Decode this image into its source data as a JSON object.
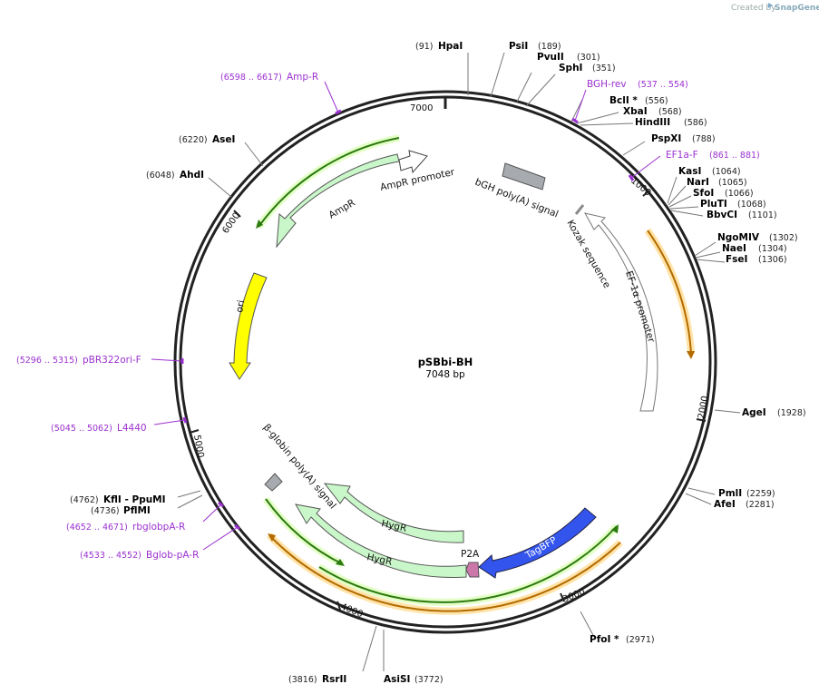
{
  "credit": {
    "prefix": "Created by",
    "brand": "SnapGene"
  },
  "plasmid": {
    "name": "pSBbi-BH",
    "size": "7048 bp"
  },
  "ruler": {
    "1000": "1000",
    "2000": "2000",
    "3000": "3000",
    "4000": "4000",
    "5000": "5000",
    "6000": "6000",
    "7000": "7000"
  },
  "features": {
    "ampr": "AmpR",
    "ampr_promoter": "AmpR promoter",
    "bgh": "bGH poly(A) signal",
    "kozak": "Kozak sequence",
    "ef1a": "EF-1α promoter",
    "ori": "ori",
    "betaglobin": "β-globin poly(A) signal",
    "hygr": "HygR",
    "p2a": "P2A",
    "tagbfp": "TagBFP"
  },
  "sites": {
    "hpai": {
      "name": "HpaI",
      "pos": "(91)"
    },
    "psii": {
      "name": "PsiI",
      "pos": "(189)"
    },
    "pvuii": {
      "name": "PvuII",
      "pos": "(301)"
    },
    "sphi": {
      "name": "SphI",
      "pos": "(351)"
    },
    "bcli": {
      "name": "BclI *",
      "pos": "(556)"
    },
    "xbai": {
      "name": "XbaI",
      "pos": "(568)"
    },
    "hindiii": {
      "name": "HindIII",
      "pos": "(586)"
    },
    "pspxi": {
      "name": "PspXI",
      "pos": "(788)"
    },
    "kasi": {
      "name": "KasI",
      "pos": "(1064)"
    },
    "nari": {
      "name": "NarI",
      "pos": "(1065)"
    },
    "sfoi": {
      "name": "SfoI",
      "pos": "(1066)"
    },
    "pluti": {
      "name": "PluTI",
      "pos": "(1068)"
    },
    "bbvci": {
      "name": "BbvCI",
      "pos": "(1101)"
    },
    "ngomiv": {
      "name": "NgoMIV",
      "pos": "(1302)"
    },
    "naei": {
      "name": "NaeI",
      "pos": "(1304)"
    },
    "fsei": {
      "name": "FseI",
      "pos": "(1306)"
    },
    "agei": {
      "name": "AgeI",
      "pos": "(1928)"
    },
    "pmli": {
      "name": "PmlI",
      "pos": "(2259)"
    },
    "afei": {
      "name": "AfeI",
      "pos": "(2281)"
    },
    "pfoi": {
      "name": "PfoI *",
      "pos": "(2971)"
    },
    "rsrii": {
      "name": "RsrII",
      "pos": "(3816)"
    },
    "asisi": {
      "name": "AsiSI",
      "pos": "(3772)"
    },
    "asei": {
      "name": "AseI",
      "pos": "(6220)"
    },
    "ahdi": {
      "name": "AhdI",
      "pos": "(6048)"
    },
    "kfli": {
      "name": "KflI  - PpuMI",
      "pos": "(4762)"
    },
    "pflmi": {
      "name": "PflMI",
      "pos": "(4736)"
    }
  },
  "primers": {
    "amp_r": {
      "name": "Amp-R",
      "pos": "(6598 .. 6617)"
    },
    "bgh_rev": {
      "name": "BGH-rev",
      "pos": "(537 .. 554)"
    },
    "ef1a_f": {
      "name": "EF1a-F",
      "pos": "(861 .. 881)"
    },
    "pbr322ori_f": {
      "name": "pBR322ori-F",
      "pos": "(5296 .. 5315)"
    },
    "l4440": {
      "name": "L4440",
      "pos": "(5045 .. 5062)"
    },
    "rbglobpa_r": {
      "name": "rbglobpA-R",
      "pos": "(4652 .. 4671)"
    },
    "bglob_pa_r": {
      "name": "Bglob-pA-R",
      "pos": "(4533 .. 4552)"
    }
  }
}
